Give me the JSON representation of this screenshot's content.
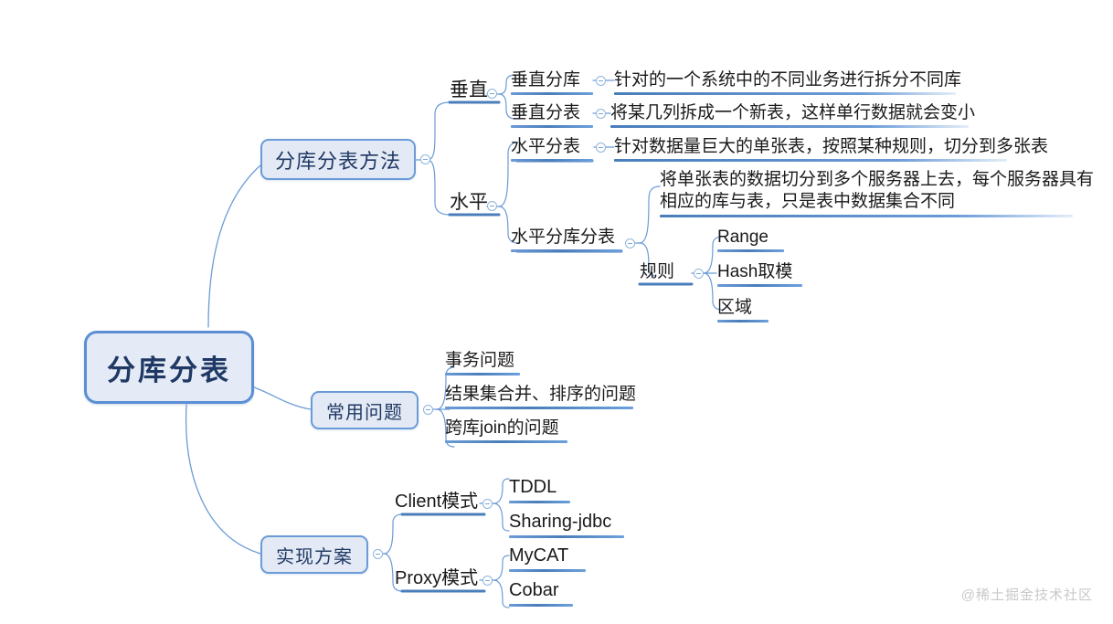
{
  "root": {
    "label": "分库分表"
  },
  "branches": [
    {
      "id": "methods",
      "label": "分库分表方法",
      "children": [
        {
          "label": "垂直",
          "children": [
            {
              "label": "垂直分库",
              "detail": "针对的一个系统中的不同业务进行拆分不同库"
            },
            {
              "label": "垂直分表",
              "detail": "将某几列拆成一个新表，这样单行数据就会变小"
            }
          ]
        },
        {
          "label": "水平",
          "children": [
            {
              "label": "水平分表",
              "detail": "针对数据量巨大的单张表，按照某种规则，切分到多张表"
            },
            {
              "label": "水平分库分表",
              "detail_line1": "将单张表的数据切分到多个服务器上去，每个服务器具有",
              "detail_line2": "相应的库与表，只是表中数据集合不同",
              "rules_label": "规则",
              "rules": [
                "Range",
                "Hash取模",
                "区域"
              ]
            }
          ]
        }
      ]
    },
    {
      "id": "common-problems",
      "label": "常用问题",
      "items": [
        "事务问题",
        "结果集合并、排序的问题",
        "跨库join的问题"
      ]
    },
    {
      "id": "implementations",
      "label": "实现方案",
      "modes": [
        {
          "label": "Client模式",
          "items": [
            "TDDL",
            "Sharing-jdbc"
          ]
        },
        {
          "label": "Proxy模式",
          "items": [
            "MyCAT",
            "Cobar"
          ]
        }
      ]
    }
  ],
  "watermark": {
    "text": "@稀土掘金技术社区"
  },
  "colors": {
    "edge": "#6b9bd7",
    "underline": "#4a7ebb",
    "node_fill": "#e3eaf5",
    "node_border": "#6b9bd7",
    "root_text": "#1f3864",
    "background": "#ffffff",
    "watermark": "#c9c9c9"
  }
}
